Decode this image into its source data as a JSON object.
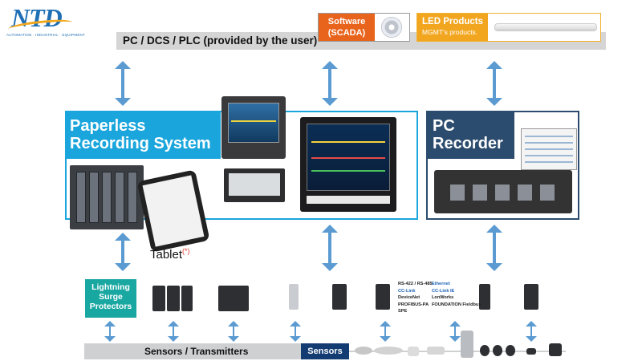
{
  "logo": {
    "mark": "NTD",
    "tagline": "AUTOMATION · INDUSTRIAL · EQUIPMENT"
  },
  "top_bar": {
    "label": "PC / DCS / PLC (provided by the user)"
  },
  "software": {
    "label_line1": "Software",
    "label_line2": "(SCADA)"
  },
  "led": {
    "title": "LED Products",
    "subtitle": "MGMT's products."
  },
  "paperless": {
    "line1": "Paperless",
    "line2": "Recording System"
  },
  "pc_recorder": {
    "line1": "PC",
    "line2": "Recorder"
  },
  "tablet": {
    "label": "Tablet",
    "note": "(*)"
  },
  "lightning": {
    "line1": "Lightning",
    "line2": "Surge",
    "line3": "Protectors"
  },
  "protocols": {
    "col1": [
      "RS-422 / RS-485",
      "CC-Link",
      "DeviceNet",
      "PROFIBUS-PA",
      "SPE"
    ],
    "col2": [
      "Ethernet",
      "CC-Link IE",
      "LonWorks",
      "FOUNDATION Fieldbus"
    ]
  },
  "bottom": {
    "transmitters": "Sensors / Transmitters",
    "sensors": "Sensors"
  },
  "colors": {
    "paperless": "#1aa6dc",
    "pc_recorder": "#2b4c6e",
    "arrow": "#5b9bd1",
    "software": "#e8641d",
    "led": "#f2a61f",
    "lightning": "#19a7a1",
    "sensors": "#123c72"
  }
}
